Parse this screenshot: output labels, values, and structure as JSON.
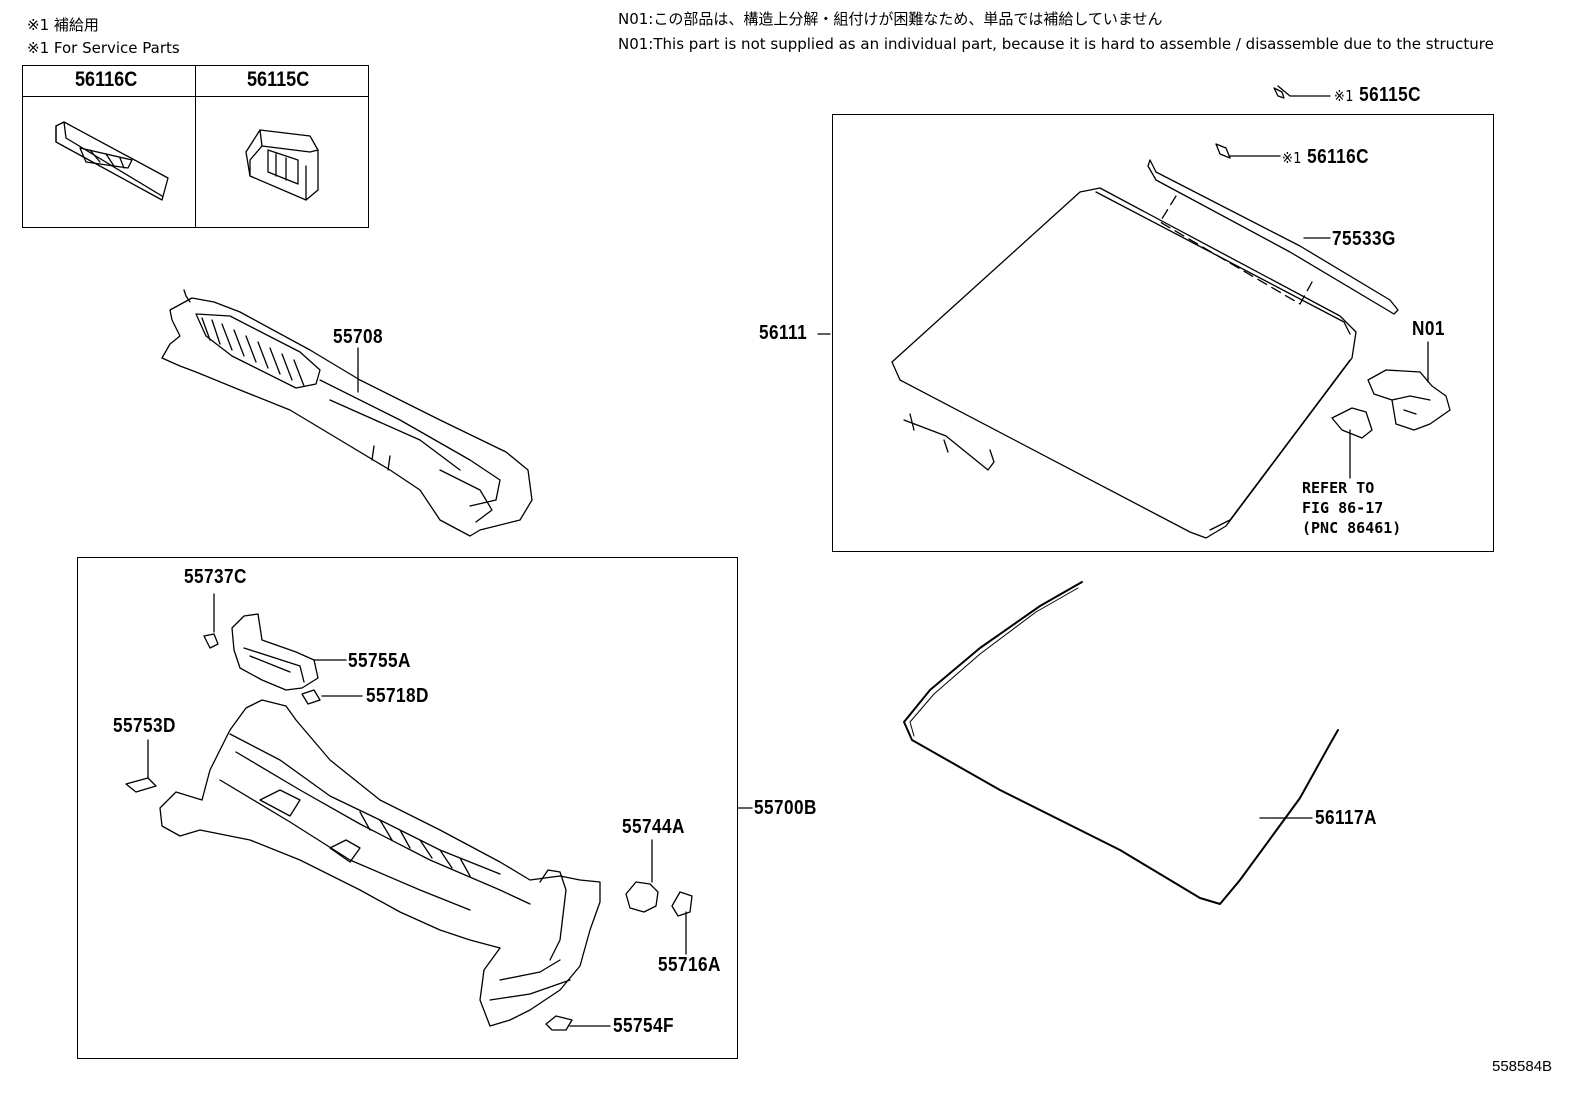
{
  "notes": {
    "service_jp": "※1 補給用",
    "service_en": "※1 For Service Parts",
    "n01_jp": "N01:この部品は、構造上分解・組付けが困難なため、単品では補給していません",
    "n01_en": "N01:This part is not supplied as an individual part, because it is hard to assemble / disassemble due to the structure"
  },
  "service_table": {
    "col1": "56116C",
    "col2": "56115C"
  },
  "labels": {
    "p55708": "55708",
    "p56111": "56111",
    "p56115C_mark": "※1",
    "p56115C": "56115C",
    "p56116C_mark": "※1",
    "p56116C": "56116C",
    "p75533G": "75533G",
    "pN01": "N01",
    "refer1": "REFER TO",
    "refer2": "FIG 86-17",
    "refer3": "(PNC 86461)",
    "p55737C": "55737C",
    "p55755A": "55755A",
    "p55718D": "55718D",
    "p55753D": "55753D",
    "p55700B": "55700B",
    "p55744A": "55744A",
    "p55716A": "55716A",
    "p55754F": "55754F",
    "p56117A": "56117A"
  },
  "diagram_code": "558584B"
}
